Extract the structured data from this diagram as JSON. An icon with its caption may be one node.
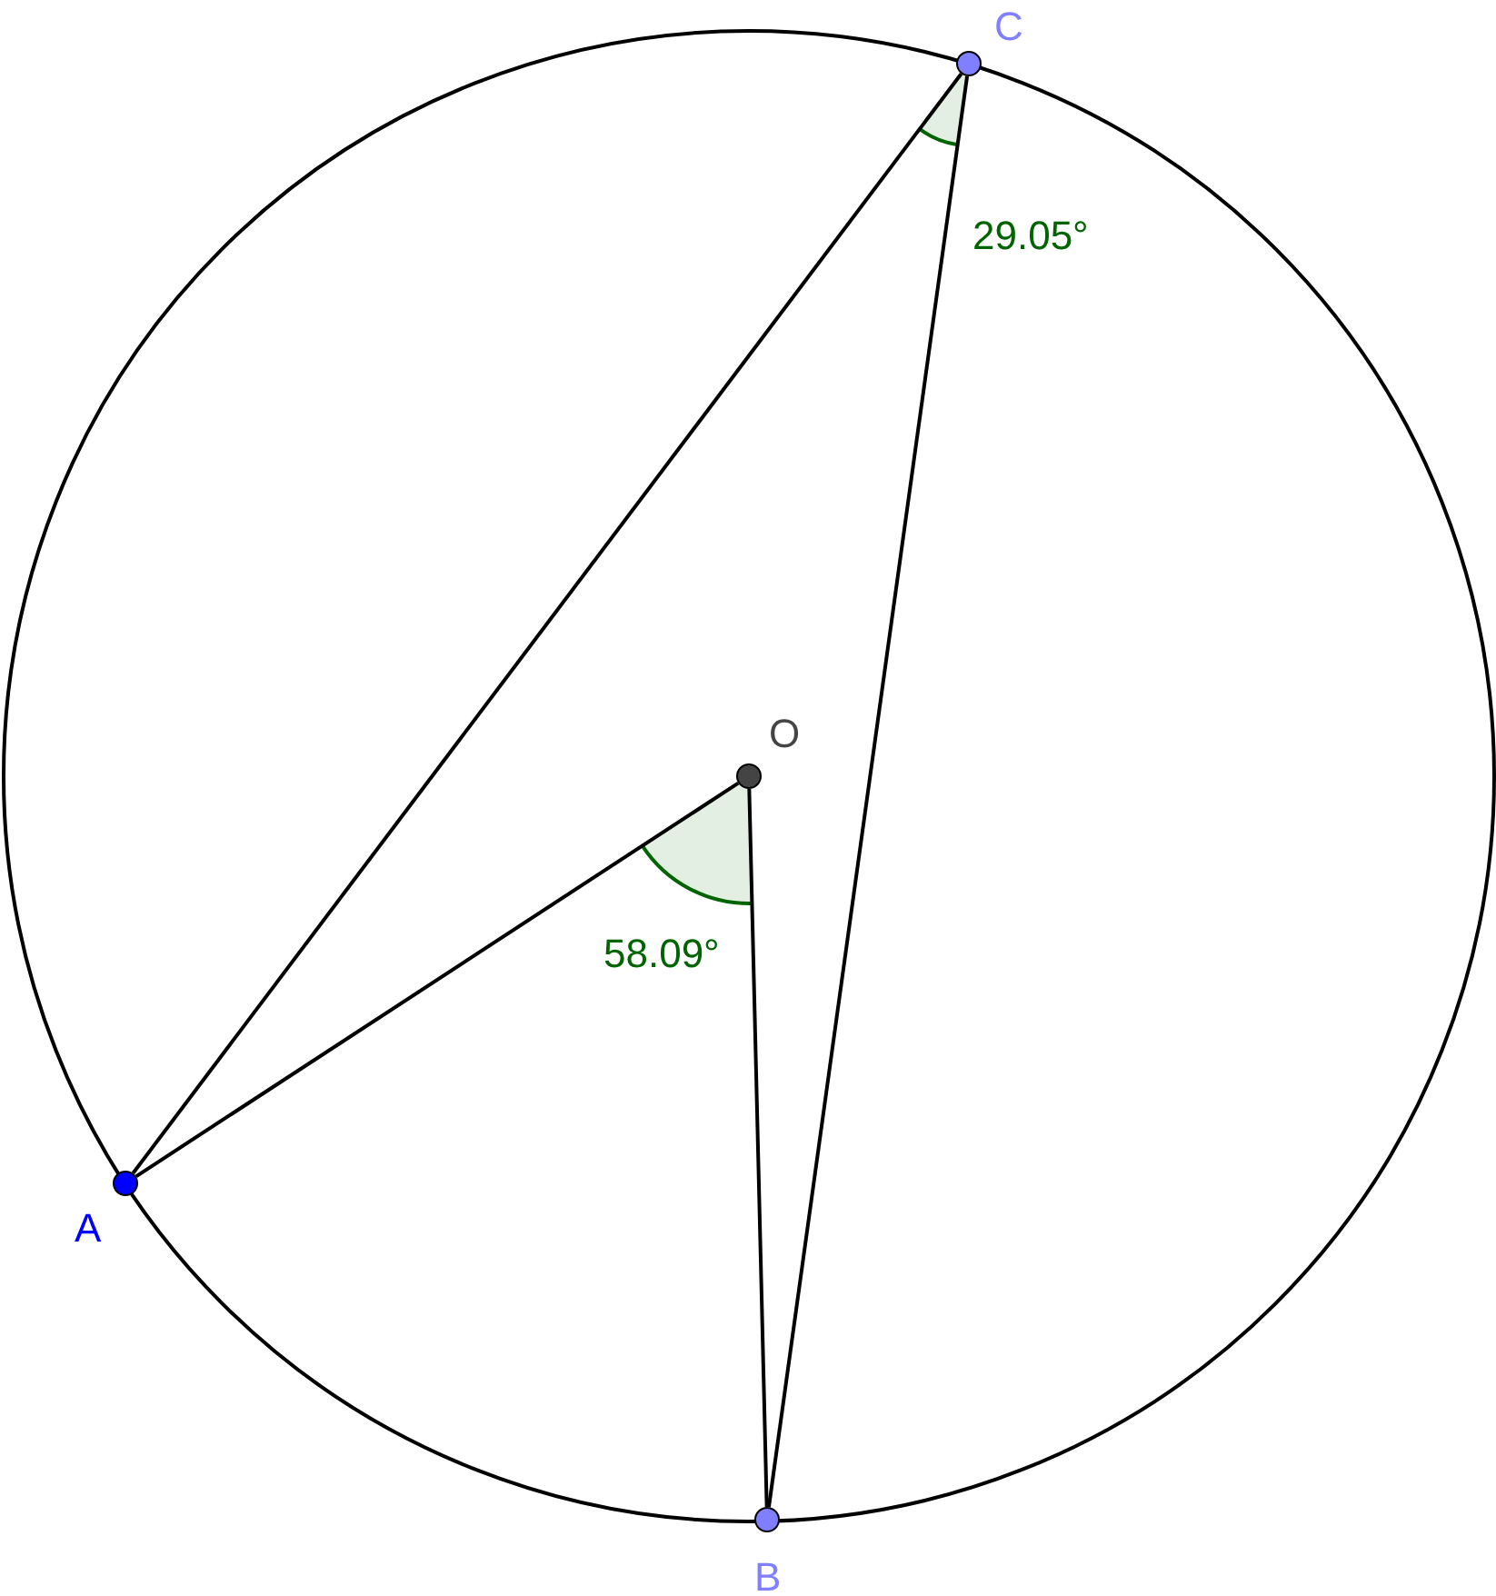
{
  "diagram": {
    "nodes": [
      {
        "text": [
          "C"
        ]
      },
      {
        "text": [
          "O"
        ]
      },
      {
        "text": [
          "A"
        ]
      },
      {
        "text": [
          "B"
        ]
      }
    ],
    "edges": [
      {
        "from": 2,
        "to": 0,
        "arrow": "none"
      },
      {
        "from": 0,
        "to": 3,
        "arrow": "none"
      },
      {
        "from": 1,
        "to": 2,
        "arrow": "none"
      },
      {
        "from": 1,
        "to": 3,
        "arrow": "none"
      }
    ],
    "labels": [
      "29.05°",
      "58.09°"
    ]
  }
}
